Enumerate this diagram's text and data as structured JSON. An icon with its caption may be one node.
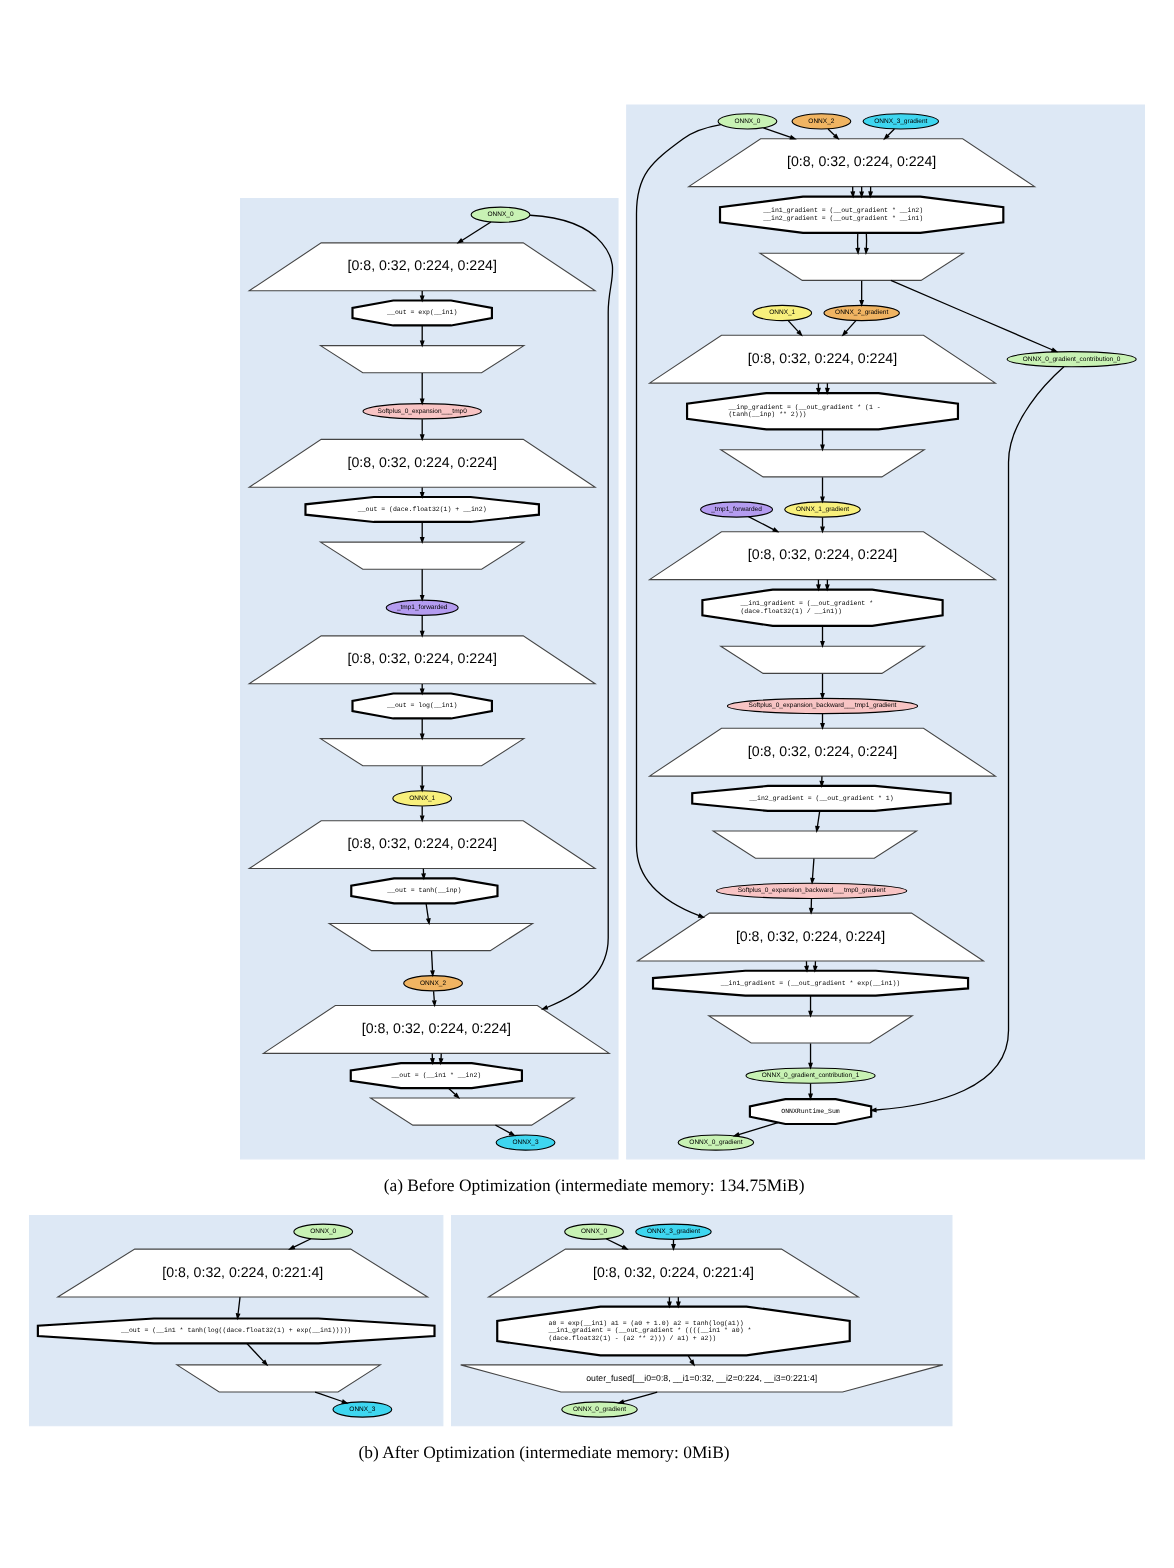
{
  "diagram": {
    "nodes": [
      {
        "text": [],
        "shape": "box"
      },
      {
        "text": [
          "ONNX_0"
        ],
        "in": 0
      },
      {
        "text": [
          "[0:8, 0:32, 0:224, 0:224]"
        ],
        "in": 0
      },
      {
        "text": [
          "__out = exp(__in1)"
        ],
        "in": 0
      },
      {
        "text": [],
        "shape": "trapezoid",
        "in": 0
      },
      {
        "text": [
          "Softplus_0_expansion___tmp0"
        ],
        "in": 0
      },
      {
        "text": [
          "[0:8, 0:32, 0:224, 0:224]"
        ],
        "in": 0
      },
      {
        "text": [
          "__out = (dace.float32(1) + __in2)"
        ],
        "in": 0
      },
      {
        "text": [],
        "shape": "trapezoid",
        "in": 0
      },
      {
        "text": [
          "_tmp1_forwarded"
        ],
        "in": 0
      },
      {
        "text": [
          "[0:8, 0:32, 0:224, 0:224]"
        ],
        "in": 0
      },
      {
        "text": [
          "__out = log(__in1)"
        ],
        "in": 0
      },
      {
        "text": [],
        "shape": "trapezoid",
        "in": 0
      },
      {
        "text": [
          "ONNX_1"
        ],
        "in": 0
      },
      {
        "text": [
          "[0:8, 0:32, 0:224, 0:224]"
        ],
        "in": 0
      },
      {
        "text": [
          "__out = tanh(__inp)"
        ],
        "in": 0
      },
      {
        "text": [],
        "shape": "trapezoid",
        "in": 0
      },
      {
        "text": [
          "ONNX_2"
        ],
        "in": 0
      },
      {
        "text": [
          "[0:8, 0:32, 0:224, 0:224]"
        ],
        "in": 0
      },
      {
        "text": [
          "__out = (__in1 * __in2)"
        ],
        "in": 0
      },
      {
        "text": [],
        "shape": "trapezoid",
        "in": 0
      },
      {
        "text": [
          "ONNX_3"
        ],
        "in": 0
      },
      {
        "text": [],
        "shape": "box"
      },
      {
        "text": [
          "ONNX_2"
        ],
        "in": 22
      },
      {
        "text": [
          "ONNX_3_gradient"
        ],
        "in": 22
      },
      {
        "text": [
          "ONNX_0"
        ],
        "in": 22
      },
      {
        "text": [
          "[0:8, 0:32, 0:224, 0:224]"
        ],
        "in": 22
      },
      {
        "text": [
          "__in1_gradient = (__out_gradient * __in2) __in2_gradient = (__out_gradient * __in1)"
        ],
        "in": 22
      },
      {
        "text": [],
        "shape": "trapezoid",
        "in": 22
      },
      {
        "text": [
          "ONNX_1"
        ],
        "in": 22
      },
      {
        "text": [
          "ONNX_2_gradient"
        ],
        "in": 22
      },
      {
        "text": [
          "[0:8, 0:32, 0:224, 0:224]"
        ],
        "in": 22
      },
      {
        "text": [
          "__inp_gradient = (__out_gradient * (1 - (tanh(__inp) ** 2)))"
        ],
        "in": 22
      },
      {
        "text": [],
        "shape": "trapezoid",
        "in": 22
      },
      {
        "text": [
          "_tmp1_forwarded"
        ],
        "in": 22
      },
      {
        "text": [
          "ONNX_1_gradient"
        ],
        "in": 22
      },
      {
        "text": [
          "[0:8, 0:32, 0:224, 0:224]"
        ],
        "in": 22
      },
      {
        "text": [
          "__in1_gradient = (__out_gradient * (dace.float32(1) / __in1))"
        ],
        "in": 22
      },
      {
        "text": [],
        "shape": "trapezoid",
        "in": 22
      },
      {
        "text": [
          "Softplus_0_expansion_backward___tmp1_gradient"
        ],
        "in": 22
      },
      {
        "text": [
          "[0:8, 0:32, 0:224, 0:224]"
        ],
        "in": 22
      },
      {
        "text": [
          "__in2_gradient = (__out_gradient * 1)"
        ],
        "in": 22
      },
      {
        "text": [],
        "shape": "trapezoid",
        "in": 22
      },
      {
        "text": [
          "Softplus_0_expansion_backward___tmp0_gradient"
        ],
        "in": 22
      },
      {
        "text": [
          "[0:8, 0:32, 0:224, 0:224]"
        ],
        "in": 22
      },
      {
        "text": [
          "__in1_gradient = (__out_gradient * exp(__in1))"
        ],
        "in": 22
      },
      {
        "text": [],
        "shape": "trapezoid",
        "in": 22
      },
      {
        "text": [
          "ONNX_0_gradient_contribution_0"
        ],
        "in": 22
      },
      {
        "text": [
          "ONNX_0_gradient_contribution_1"
        ],
        "in": 22
      },
      {
        "text": [
          "ONNXRuntime_Sum"
        ],
        "in": 22
      },
      {
        "text": [
          "ONNX_0_gradient"
        ],
        "in": 22
      },
      {
        "text": [],
        "shape": "box"
      },
      {
        "text": [
          "ONNX_0"
        ],
        "in": 51
      },
      {
        "text": [
          "[0:8, 0:32, 0:224, 0:221:4]"
        ],
        "in": 51
      },
      {
        "text": [
          "__out = (__in1 * tanh(log((dace.float32(1) + exp(__in1)))))"
        ],
        "in": 51
      },
      {
        "text": [],
        "shape": "trapezoid",
        "in": 51
      },
      {
        "text": [
          "ONNX_3"
        ],
        "in": 51
      },
      {
        "text": [],
        "shape": "box"
      },
      {
        "text": [
          "ONNX_3_gradient"
        ],
        "in": 57
      },
      {
        "text": [
          "ONNX_0"
        ],
        "in": 57
      },
      {
        "text": [
          "[0:8, 0:32, 0:224, 0:221:4]"
        ],
        "in": 57
      },
      {
        "text": [
          "a0 = exp(__in1) a1 = (a0 + 1.0) a2 = tanh(log(a1)) __in1_gradient = (__out_gradient * ((((__in1 * a0) * (dace.float32(1) - (a2 ** 2))) / a1) + a2))"
        ],
        "in": 57
      },
      {
        "text": [
          "outer_fused[__i0=0:8, __i1=0:32, __i2=0:224, __i3=0:221:4]"
        ],
        "in": 57
      },
      {
        "text": [
          "ONNX_0_gradient"
        ],
        "in": 57
      }
    ],
    "edges": [
      {
        "from": 1,
        "to": 2,
        "arrow": "to"
      },
      {
        "from": 2,
        "to": 3,
        "arrow": "to"
      },
      {
        "from": 3,
        "to": 4,
        "arrow": "to"
      },
      {
        "from": 4,
        "to": 5,
        "arrow": "to"
      },
      {
        "from": 5,
        "to": 6,
        "arrow": "to"
      },
      {
        "from": 6,
        "to": 7,
        "arrow": "to"
      },
      {
        "from": 7,
        "to": 8,
        "arrow": "to"
      },
      {
        "from": 8,
        "to": 9,
        "arrow": "to"
      },
      {
        "from": 9,
        "to": 10,
        "arrow": "to"
      },
      {
        "from": 10,
        "to": 11,
        "arrow": "to"
      },
      {
        "from": 11,
        "to": 12,
        "arrow": "to"
      },
      {
        "from": 12,
        "to": 13,
        "arrow": "to"
      },
      {
        "from": 13,
        "to": 14,
        "arrow": "to"
      },
      {
        "from": 14,
        "to": 15,
        "arrow": "to"
      },
      {
        "from": 15,
        "to": 16,
        "arrow": "to"
      },
      {
        "from": 16,
        "to": 17,
        "arrow": "to"
      },
      {
        "from": 1,
        "to": 18,
        "arrow": "to"
      },
      {
        "from": 17,
        "to": 18,
        "arrow": "to"
      },
      {
        "from": 18,
        "to": 19,
        "arrow": "to"
      },
      {
        "from": 18,
        "to": 19,
        "arrow": "to"
      },
      {
        "from": 19,
        "to": 20,
        "arrow": "to"
      },
      {
        "from": 20,
        "to": 21,
        "arrow": "to"
      },
      {
        "from": 23,
        "to": 26,
        "arrow": "to"
      },
      {
        "from": 24,
        "to": 26,
        "arrow": "to"
      },
      {
        "from": 25,
        "to": 26,
        "arrow": "to"
      },
      {
        "from": 25,
        "to": 44,
        "arrow": "to"
      },
      {
        "from": 26,
        "to": 27,
        "arrow": "to"
      },
      {
        "from": 26,
        "to": 27,
        "arrow": "to"
      },
      {
        "from": 26,
        "to": 27,
        "arrow": "to"
      },
      {
        "from": 27,
        "to": 28,
        "arrow": "to"
      },
      {
        "from": 27,
        "to": 28,
        "arrow": "to"
      },
      {
        "from": 28,
        "to": 47,
        "arrow": "to"
      },
      {
        "from": 28,
        "to": 30,
        "arrow": "to"
      },
      {
        "from": 29,
        "to": 31,
        "arrow": "to"
      },
      {
        "from": 30,
        "to": 31,
        "arrow": "to"
      },
      {
        "from": 31,
        "to": 32,
        "arrow": "to"
      },
      {
        "from": 31,
        "to": 32,
        "arrow": "to"
      },
      {
        "from": 32,
        "to": 33,
        "arrow": "to"
      },
      {
        "from": 33,
        "to": 35,
        "arrow": "to"
      },
      {
        "from": 34,
        "to": 36,
        "arrow": "to"
      },
      {
        "from": 35,
        "to": 36,
        "arrow": "to"
      },
      {
        "from": 36,
        "to": 37,
        "arrow": "to"
      },
      {
        "from": 36,
        "to": 37,
        "arrow": "to"
      },
      {
        "from": 37,
        "to": 38,
        "arrow": "to"
      },
      {
        "from": 38,
        "to": 39,
        "arrow": "to"
      },
      {
        "from": 39,
        "to": 40,
        "arrow": "to"
      },
      {
        "from": 40,
        "to": 41,
        "arrow": "to"
      },
      {
        "from": 41,
        "to": 42,
        "arrow": "to"
      },
      {
        "from": 42,
        "to": 43,
        "arrow": "to"
      },
      {
        "from": 43,
        "to": 44,
        "arrow": "to"
      },
      {
        "from": 44,
        "to": 45,
        "arrow": "to"
      },
      {
        "from": 44,
        "to": 45,
        "arrow": "to"
      },
      {
        "from": 45,
        "to": 46,
        "arrow": "to"
      },
      {
        "from": 46,
        "to": 48,
        "arrow": "to"
      },
      {
        "from": 47,
        "to": 49,
        "arrow": "to"
      },
      {
        "from": 48,
        "to": 49,
        "arrow": "to"
      },
      {
        "from": 49,
        "to": 50,
        "arrow": "to"
      },
      {
        "from": 52,
        "to": 53,
        "arrow": "to"
      },
      {
        "from": 53,
        "to": 54,
        "arrow": "to"
      },
      {
        "from": 54,
        "to": 55,
        "arrow": "to"
      },
      {
        "from": 55,
        "to": 56,
        "arrow": "to"
      },
      {
        "from": 58,
        "to": 60,
        "arrow": "to"
      },
      {
        "from": 59,
        "to": 60,
        "arrow": "to"
      },
      {
        "from": 60,
        "to": 61,
        "arrow": "to"
      },
      {
        "from": 60,
        "to": 61,
        "arrow": "to"
      },
      {
        "from": 61,
        "to": 62,
        "arrow": "to"
      },
      {
        "from": 62,
        "to": 63,
        "arrow": "to"
      }
    ],
    "labels": [
      "(a) Before Optimization (intermediate memory: 134.75MiB)",
      "(b) After Optimization (intermediate memory: 0MiB)"
    ]
  }
}
